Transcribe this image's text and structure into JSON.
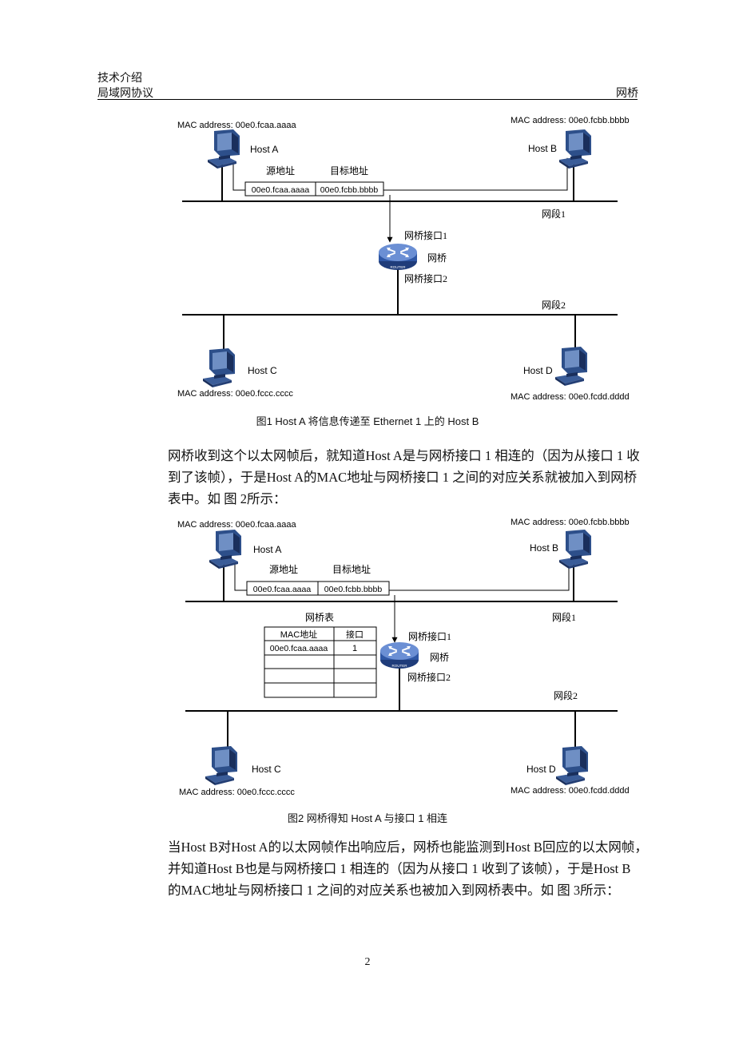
{
  "header": {
    "line1": "技术介绍",
    "line2": "局域网协议",
    "right": "网桥"
  },
  "figure1": {
    "host_a_mac": "MAC address: 00e0.fcaa.aaaa",
    "host_b_mac": "MAC address: 00e0.fcbb.bbbb",
    "host_c_mac": "MAC address: 00e0.fccc.cccc",
    "host_d_mac": "MAC address: 00e0.fcdd.dddd",
    "host_a": "Host A",
    "host_b": "Host B",
    "host_c": "Host C",
    "host_d": "Host D",
    "src_label": "源地址",
    "dst_label": "目标地址",
    "src_value": "00e0.fcaa.aaaa",
    "dst_value": "00e0.fcbb.bbbb",
    "segment1": "网段1",
    "segment2": "网段2",
    "port1": "网桥接口1",
    "port2": "网桥接口2",
    "bridge": "网桥",
    "router_text": "ROUTER",
    "caption": "图1  Host A 将信息传递至 Ethernet 1 上的 Host B"
  },
  "paragraph1": [
    "网桥收到这个以太网帧后，就知道Host  A是与网桥接口 1 相连的（因为从接口 1 收",
    "到了该帧），于是Host A的MAC地址与网桥接口 1 之间的对应关系就被加入到网桥",
    "表中。如 图 2所示："
  ],
  "figure2": {
    "host_a_mac": "MAC address: 00e0.fcaa.aaaa",
    "host_b_mac": "MAC address: 00e0.fcbb.bbbb",
    "host_c_mac": "MAC address: 00e0.fccc.cccc",
    "host_d_mac": "MAC address: 00e0.fcdd.dddd",
    "host_a": "Host A",
    "host_b": "Host B",
    "host_c": "Host C",
    "host_d": "Host D",
    "src_label": "源地址",
    "dst_label": "目标地址",
    "src_value": "00e0.fcaa.aaaa",
    "dst_value": "00e0.fcbb.bbbb",
    "segment1": "网段1",
    "segment2": "网段2",
    "port1": "网桥接口1",
    "port2": "网桥接口2",
    "bridge": "网桥",
    "router_text": "ROUTER",
    "table_title": "网桥表",
    "table_headers": [
      "MAC地址",
      "接口"
    ],
    "table_rows": [
      [
        "00e0.fcaa.aaaa",
        "1"
      ],
      [
        "",
        ""
      ],
      [
        "",
        ""
      ],
      [
        "",
        ""
      ]
    ],
    "caption": "图2  网桥得知 Host A 与接口 1 相连"
  },
  "paragraph2": [
    "当Host B对Host A的以太网帧作出响应后，网桥也能监测到Host B回应的以太网帧，",
    "并知道Host B也是与网桥接口 1 相连的（因为从接口 1 收到了该帧），于是Host B",
    "的MAC地址与网桥接口 1 之间的对应关系也被加入到网桥表中。如 图 3所示："
  ],
  "page_number": "2",
  "colors": {
    "computer_body": "#2d4f8a",
    "computer_dark": "#1a2f5c",
    "screen": "#6f8fc4",
    "router_body": "#3b63b0",
    "router_top": "#6b8fd4"
  }
}
